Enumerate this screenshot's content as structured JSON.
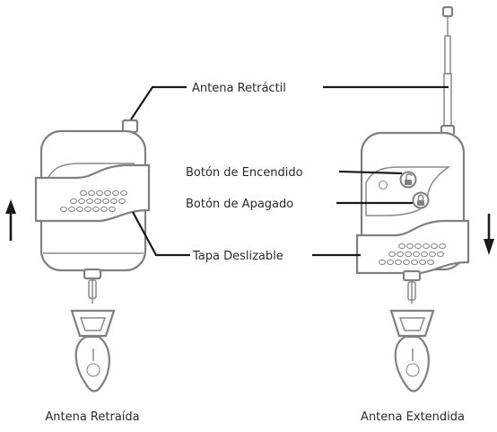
{
  "labels": {
    "antenna_retractable": "Antena Retráctil",
    "power_on_button": "Botón de Encendido",
    "power_off_button": "Botón de Apagado",
    "sliding_cover": "Tapa Deslizable"
  },
  "captions": {
    "left_device": "Antena Retraída",
    "right_device": "Antena Extendida"
  },
  "colors": {
    "outline": "#808080",
    "leader": "#1a1a1a",
    "text": "#2a2a2a"
  },
  "icons": {
    "up_arrow": "arrow-up-icon",
    "down_arrow": "arrow-down-icon",
    "unlock": "unlock-icon",
    "lock": "lock-icon"
  }
}
